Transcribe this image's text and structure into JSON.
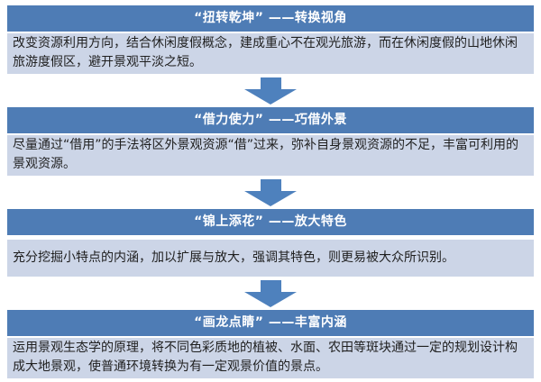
{
  "diagram": {
    "colors": {
      "header-bg": "#4e7cb5",
      "header-text": "#ffffff",
      "body-bg": "#ccd5e7",
      "body-text": "#1f1f1f",
      "arrow": "#4e81bd"
    },
    "steps": [
      {
        "header": "“扭转乾坤” ——转换视角",
        "body": "改变资源利用方向，结合休闲度假概念，建成重心不在观光旅游，而在休闲度假的山地休闲旅游度假区，避开景观平淡之短。"
      },
      {
        "header": "“借力使力” ——巧借外景",
        "body": "尽量通过“借用”的手法将区外景观资源“借”过来，弥补自身景观资源的不足，丰富可利用的景观资源。"
      },
      {
        "header": "“锦上添花” ——放大特色",
        "body": "充分挖掘小特点的内涵，加以扩展与放大，强调其特色，则更易被大众所识别。"
      },
      {
        "header": "“画龙点睛” ——丰富内涵",
        "body": "运用景观生态学的原理，将不同色彩质地的植被、水面、农田等斑块通过一定的规划设计构成大地景观，使普通环境转换为有一定观景价值的景点。"
      }
    ]
  }
}
